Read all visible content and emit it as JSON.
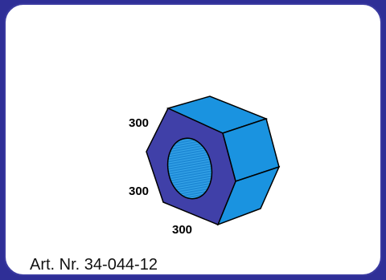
{
  "product": {
    "article_number": "Art. Nr. 34-044-12",
    "dimensions": {
      "top_label": "300",
      "middle_label": "300",
      "bottom_label": "300"
    },
    "colors": {
      "background": "#2f2f97",
      "front_face": "#4040a8",
      "side_faces": "#1a93e0",
      "hole": "#1e8ad6",
      "outline": "#000000"
    },
    "shape": "hexagon-nut-icon"
  }
}
